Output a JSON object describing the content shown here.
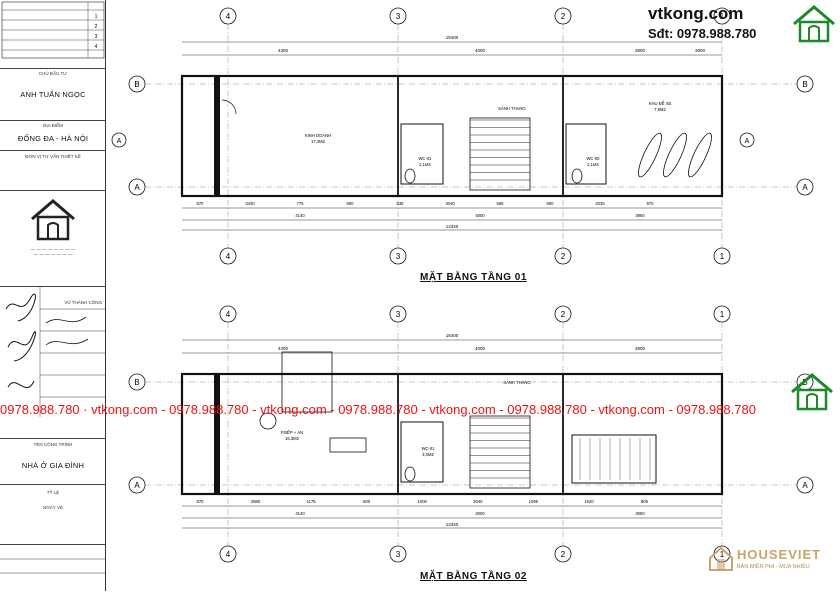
{
  "brand": {
    "site": "vtkong.com",
    "phone": "Sđt: 0978.988.780",
    "watermark": "0978.988.780 · vtkong.com - 0978.988.780 - vtkong.com - 0978.988.780 - vtkong.com - 0978.988.780 - vtkong.com - 0978.988.780",
    "houseviet": "HOUSEVIET",
    "houseviet_tag": "BẢN MIỀN PHÍ · MUA NHIỀU"
  },
  "titleblock": {
    "owner_label": "CHỦ ĐẦU TƯ",
    "owner_name": "ANH TUẤN NGỌC",
    "location_label": "ĐỊA ĐIỂM",
    "location": "ĐỐNG ĐA - HÀ NỘI",
    "company_label": "ĐƠN VỊ TƯ VẤN THIẾT KẾ",
    "designer_label": "VŨ THÀNH CÔNG",
    "project_label": "TÊN CÔNG TRÌNH",
    "project_name": "NHÀ Ở GIA ĐÌNH",
    "scale_label": "TỶ LỆ",
    "date_label": "NGÀY VẼ"
  },
  "plans": [
    {
      "title": "MẶT BẰNG TẦNG 01",
      "rooms": [
        {
          "name": "KINH DOANH",
          "area": "17,3M2"
        },
        {
          "name": "SẢNH THANG",
          "area": ""
        },
        {
          "name": "KHU ĐỂ XE",
          "area": "7,9M2"
        },
        {
          "name": "WC-01",
          "area": "2,1M2"
        },
        {
          "name": "WC-00",
          "area": "2,1M2"
        }
      ],
      "top_dims": [
        "4300",
        "4000",
        "3800",
        "3900"
      ],
      "top_total": "15400",
      "bottom_dims": [
        "870",
        "3430",
        "775",
        "800",
        "535",
        "3040",
        "565",
        "800",
        "2035",
        "970"
      ],
      "bottom_mid": [
        "4140",
        "4000",
        "3960"
      ],
      "bottom_total": "12340"
    },
    {
      "title": "MẶT BẰNG TẦNG 02",
      "rooms": [
        {
          "name": "SẢNH THANG",
          "area": ""
        },
        {
          "name": "P.BẾP + ĂN",
          "area": "16,3M2"
        },
        {
          "name": "WC-01",
          "area": "3,0M2"
        }
      ],
      "top_dims": [
        "4300",
        "4000",
        "3800"
      ],
      "top_total": "15400",
      "bottom_dims": [
        "870",
        "2880",
        "1175",
        "800",
        "1000",
        "3040",
        "1095",
        "1920",
        "805"
      ],
      "bottom_mid": [
        "4140",
        "4000",
        "3060"
      ],
      "bottom_total": "12340"
    }
  ],
  "grid": {
    "columns": [
      "4",
      "3",
      "2",
      "1"
    ],
    "rows": [
      "B",
      "A"
    ],
    "section_mark": "A"
  }
}
